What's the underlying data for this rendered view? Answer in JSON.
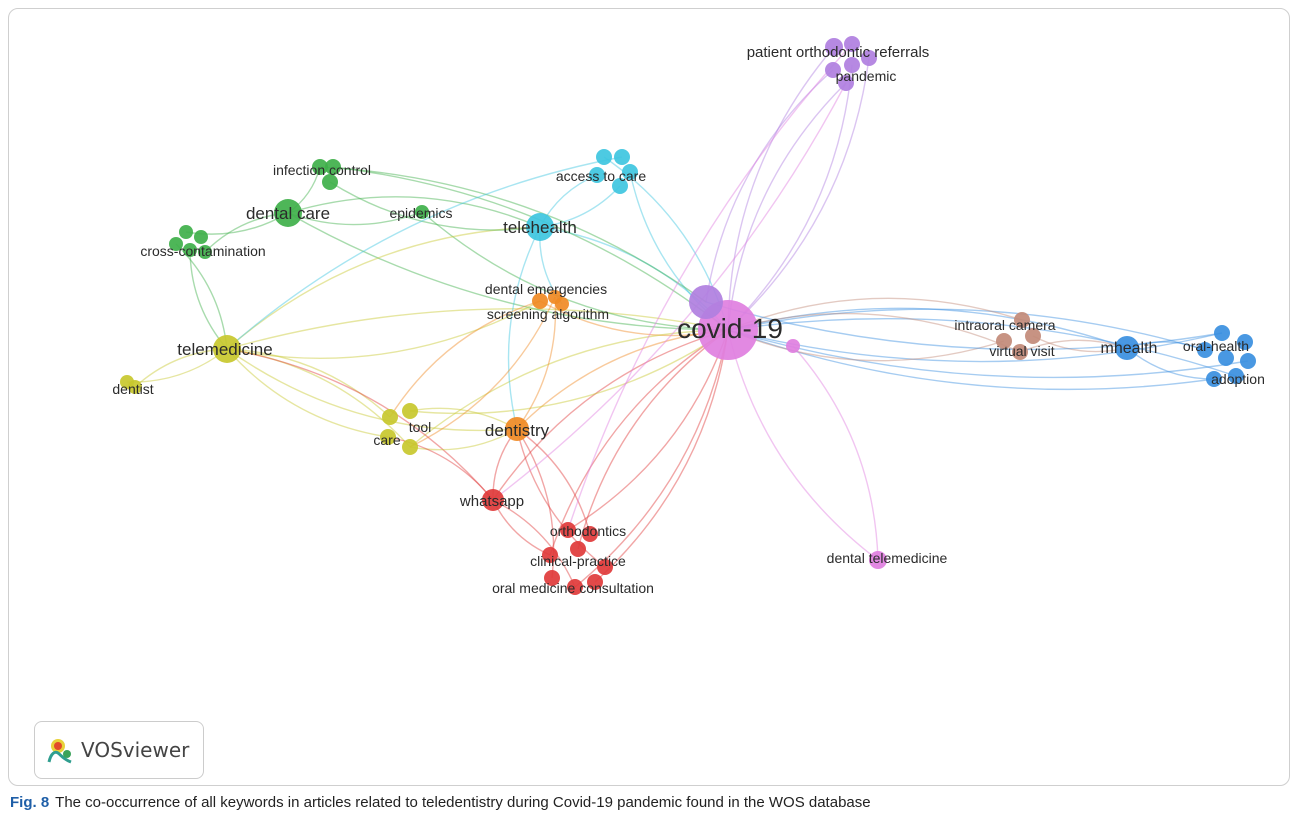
{
  "labels": {
    "covid19": "covid-19",
    "patient_orthodontic_referrals": "patient orthodontic referrals",
    "pandemic": "pandemic",
    "infection_control": "infection control",
    "access_to_care": "access to care",
    "dental_care": "dental care",
    "epidemics": "epidemics",
    "telehealth": "telehealth",
    "cross_contamination": "cross-contamination",
    "dental_emergencies": "dental emergencies",
    "screening_algorithm": "screening algorithm",
    "telemedicine": "telemedicine",
    "dentist": "dentist",
    "intraoral_camera": "intraoral camera",
    "virtual_visit": "virtual visit",
    "mhealth": "mhealth",
    "oral_health": "oral-health",
    "adoption": "adoption",
    "tool": "tool",
    "care": "care",
    "dentistry": "dentistry",
    "whatsapp": "whatsapp",
    "orthodontics": "orthodontics",
    "clinical_practice": "clinical-practice",
    "oral_medicine_consultation": "oral medicine consultation",
    "dental_telemedicine": "dental telemedicine"
  },
  "cluster_colors": {
    "purple": "#b07fe0",
    "pink": "#e07fe0",
    "cyan": "#3ec6e0",
    "green": "#3fb04a",
    "yellow": "#c8c82e",
    "orange": "#f08a24",
    "red": "#e03a3a",
    "brown": "#c28a78",
    "blue": "#3a8fe0"
  },
  "badge": {
    "brand": "VOSviewer",
    "icon": "vosviewer-logo-icon"
  },
  "caption": {
    "fig_label": "Fig. 8",
    "text": "The co-occurrence of all keywords in articles related to teledentistry during Covid-19 pandemic found in the WOS database"
  }
}
